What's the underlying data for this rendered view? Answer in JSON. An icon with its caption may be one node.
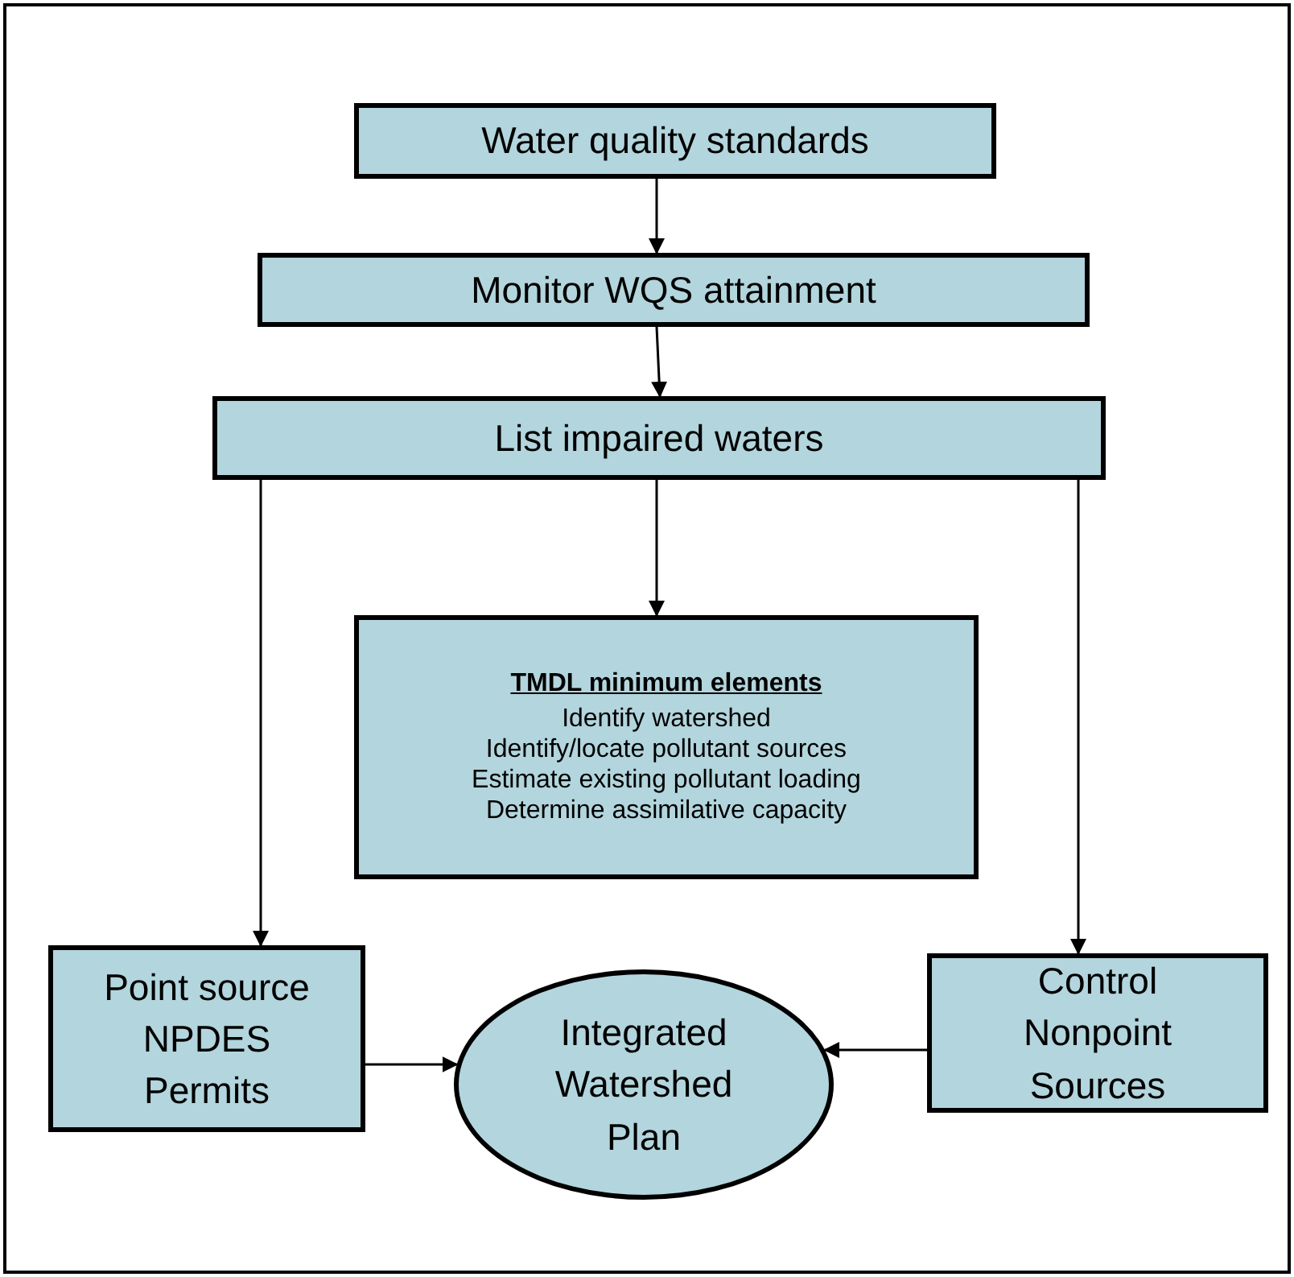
{
  "diagram": {
    "nodes": [
      {
        "text": [
          "Water quality standards"
        ]
      },
      {
        "text": [
          "Monitor WQS attainment"
        ]
      },
      {
        "text": [
          "List impaired waters"
        ]
      },
      {
        "text": [
          "TMDL minimum elements",
          "Identify watershed",
          "Identify/locate pollutant sources",
          "Estimate existing pollutant loading",
          "Determine assimilative capacity"
        ]
      },
      {
        "text": [
          "Point source NPDES Permits"
        ]
      },
      {
        "text": [
          "Integrated Watershed Plan"
        ]
      },
      {
        "text": [
          "Control Nonpoint Sources"
        ]
      }
    ],
    "edges": [
      {
        "from": 0,
        "to": 1,
        "arrow": "to"
      },
      {
        "from": 1,
        "to": 2,
        "arrow": "to"
      },
      {
        "from": 2,
        "to": 3,
        "arrow": "to"
      },
      {
        "from": 2,
        "to": 4,
        "arrow": "to"
      },
      {
        "from": 2,
        "to": 6,
        "arrow": "to"
      },
      {
        "from": 4,
        "to": 5,
        "arrow": "to"
      },
      {
        "from": 6,
        "to": 5,
        "arrow": "to"
      }
    ]
  }
}
